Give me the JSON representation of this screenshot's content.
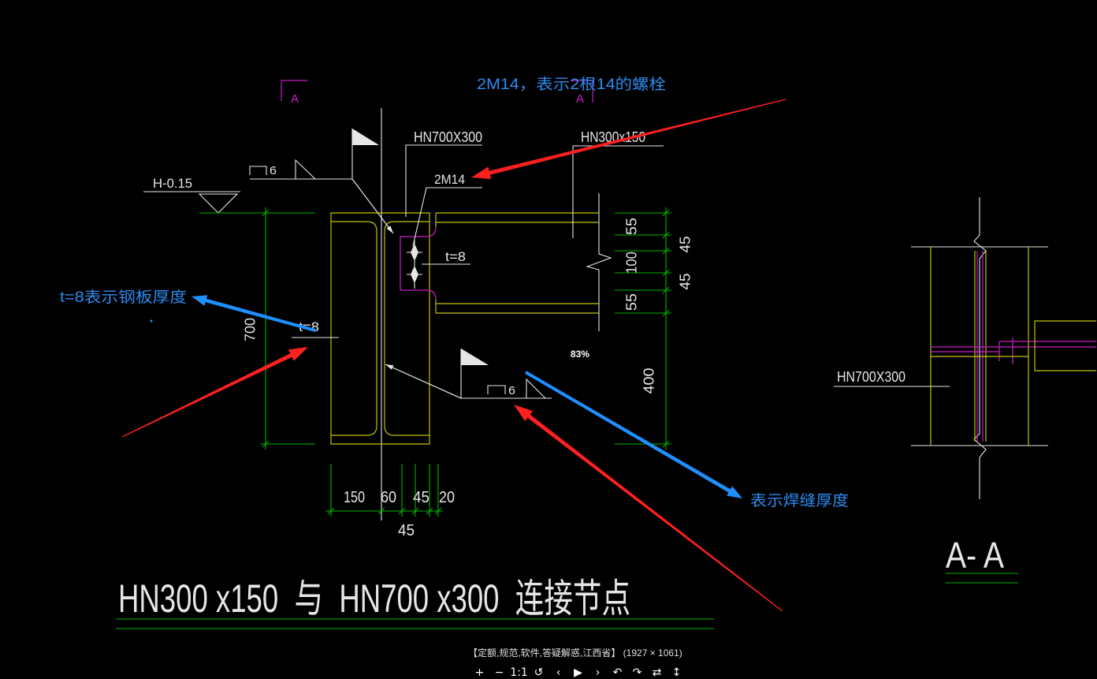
{
  "viewer": {
    "caption": "【定额,规范,软件,答疑解惑,江西省】 (1927 × 1061)",
    "zoom": "83%",
    "toolbar": [
      {
        "icon": "zoom-in-icon",
        "glyph": "+"
      },
      {
        "icon": "zoom-out-icon",
        "glyph": "−"
      },
      {
        "icon": "actual-size-icon",
        "glyph": "1:1"
      },
      {
        "icon": "fit-window-icon",
        "glyph": "↺"
      },
      {
        "icon": "previous-icon",
        "glyph": "‹"
      },
      {
        "icon": "slideshow-icon",
        "glyph": "▶"
      },
      {
        "icon": "next-icon",
        "glyph": "›"
      },
      {
        "icon": "rotate-left-icon",
        "glyph": "↶"
      },
      {
        "icon": "rotate-right-icon",
        "glyph": "↷"
      },
      {
        "icon": "flip-horizontal-icon",
        "glyph": "⇄"
      },
      {
        "icon": "flip-vertical-icon",
        "glyph": "↕"
      }
    ]
  },
  "annotations": {
    "bolt_note": "2M14，表示2根14的螺栓",
    "plate_note": "t=8表示钢板厚度",
    "weld_note": "表示焊缝厚度"
  },
  "drawing": {
    "title": "HN300 x150  与  HN700 x300  连接节点",
    "column_label": "HN700X300",
    "beam_label": "HN300x150",
    "bolt_label": "2M14",
    "plate_thickness_label": "t=8",
    "column_plate_label": "t=8",
    "elevation_label": "H-0.15",
    "weld_size_top": "6",
    "weld_size_bottom": "6",
    "section_mark_left": "A",
    "section_mark_right": "A",
    "dims": {
      "column_height": "700",
      "right": [
        "55",
        "100",
        "55",
        "45",
        "45",
        "400"
      ],
      "bottom": [
        "150",
        "60",
        "45",
        "20",
        "45"
      ]
    },
    "section": {
      "title": "A- A",
      "column_label": "HN700X300"
    }
  },
  "colors": {
    "background": "#000000",
    "cad_white": "#e6e6e6",
    "cad_yellow": "#c2c200",
    "cad_green": "#00b300",
    "cad_magenta": "#c81ec8",
    "note_blue": "#2b8cf0",
    "arrow_red": "#ff2020",
    "arrow_blue": "#1f8fff"
  }
}
